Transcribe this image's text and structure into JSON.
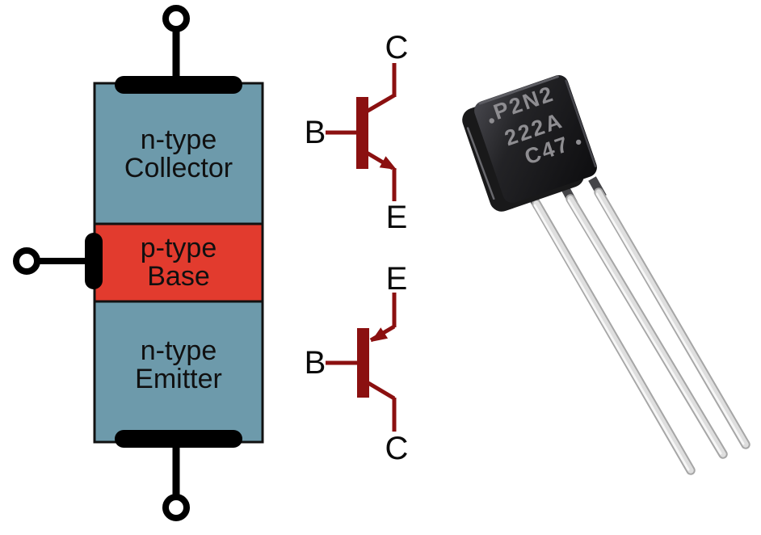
{
  "figure": {
    "description": "NPN transistor: layered structure diagram, NPN and PNP schematic symbols, and photo of a TO-92 package"
  },
  "structure": {
    "collector_line1": "n-type",
    "collector_line2": "Collector",
    "base_line1": "p-type",
    "base_line2": "Base",
    "emitter_line1": "n-type",
    "emitter_line2": "Emitter",
    "n_type_color": "#6d9aab",
    "p_type_color": "#e23b2e",
    "terminal_color": "#000000"
  },
  "symbols": {
    "color": "#8b1010",
    "npn": {
      "collector_label": "C",
      "base_label": "B",
      "emitter_label": "E"
    },
    "pnp": {
      "emitter_label": "E",
      "base_label": "B",
      "collector_label": "C"
    }
  },
  "photo": {
    "marking_line1": "P2N2",
    "marking_line2": "222A",
    "marking_line3": "C47",
    "body_color": "#1b1b1d",
    "marking_color": "#8e8d91",
    "lead_color": "#d9d9d9"
  }
}
